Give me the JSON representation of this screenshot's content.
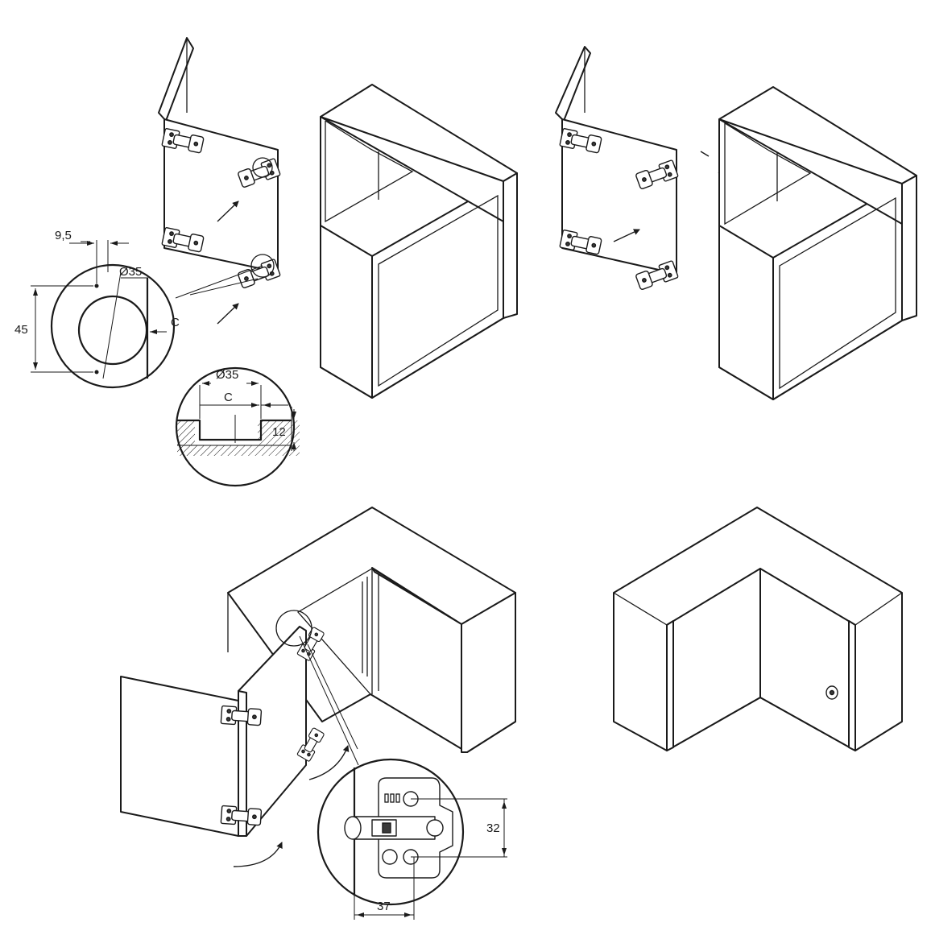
{
  "figure": {
    "dimensions": {
      "hole_offset": "9,5",
      "cup_diameter": "Ø35",
      "hole_spacing": "45",
      "edge_distance": "C",
      "section_diameter": "Ø35",
      "section_edge": "C",
      "cup_depth": "12",
      "plate_hole_spacing": "32",
      "plate_offset": "37"
    }
  }
}
